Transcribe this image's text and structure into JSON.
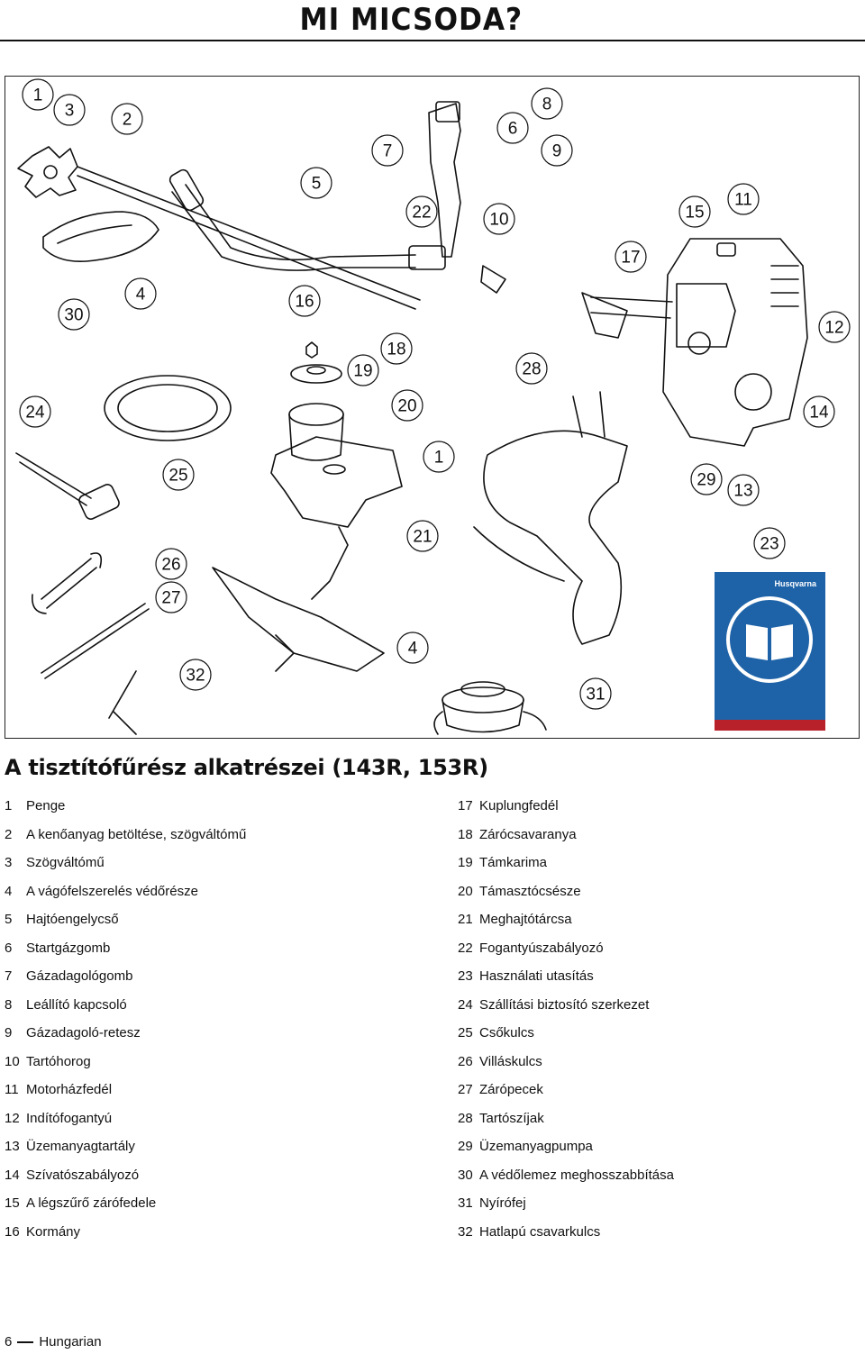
{
  "header": {
    "title": "MI MICSODA?"
  },
  "figure": {
    "callouts": [
      "1",
      "3",
      "2",
      "5",
      "7",
      "6",
      "8",
      "9",
      "22",
      "10",
      "15",
      "11",
      "17",
      "30",
      "4",
      "16",
      "12",
      "18",
      "19",
      "28",
      "24",
      "20",
      "14",
      "25",
      "1",
      "29",
      "13",
      "21",
      "23",
      "26",
      "27",
      "4",
      "32",
      "31"
    ],
    "manual_brand": "Husqvarna"
  },
  "section": {
    "title": "A tisztítófűrész alkatrészei (143R, 153R)"
  },
  "parts_left": [
    {
      "num": "1",
      "label": "Penge"
    },
    {
      "num": "2",
      "label": "A kenőanyag betöltése, szögváltómű"
    },
    {
      "num": "3",
      "label": "Szögváltómű"
    },
    {
      "num": "4",
      "label": "A vágófelszerelés védőrésze"
    },
    {
      "num": "5",
      "label": "Hajtóengelycső"
    },
    {
      "num": "6",
      "label": "Startgázgomb"
    },
    {
      "num": "7",
      "label": "Gázadagológomb"
    },
    {
      "num": "8",
      "label": "Leállító kapcsoló"
    },
    {
      "num": "9",
      "label": "Gázadagoló-retesz"
    },
    {
      "num": "10",
      "label": "Tartóhorog"
    },
    {
      "num": "11",
      "label": "Motorházfedél"
    },
    {
      "num": "12",
      "label": "Indítófogantyú"
    },
    {
      "num": "13",
      "label": "Üzemanyagtartály"
    },
    {
      "num": "14",
      "label": "Szívatószabályozó"
    },
    {
      "num": "15",
      "label": "A légszűrő zárófedele"
    },
    {
      "num": "16",
      "label": "Kormány"
    }
  ],
  "parts_right": [
    {
      "num": "17",
      "label": "Kuplungfedél"
    },
    {
      "num": "18",
      "label": "Zárócsavaranya"
    },
    {
      "num": "19",
      "label": "Támkarima"
    },
    {
      "num": "20",
      "label": "Támasztócsésze"
    },
    {
      "num": "21",
      "label": "Meghajtótárcsa"
    },
    {
      "num": "22",
      "label": "Fogantyúszabályozó"
    },
    {
      "num": "23",
      "label": "Használati utasítás"
    },
    {
      "num": "24",
      "label": "Szállítási biztosító szerkezet"
    },
    {
      "num": "25",
      "label": "Csőkulcs"
    },
    {
      "num": "26",
      "label": "Villáskulcs"
    },
    {
      "num": "27",
      "label": "Zárópecek"
    },
    {
      "num": "28",
      "label": "Tartószíjak"
    },
    {
      "num": "29",
      "label": "Üzemanyagpumpa"
    },
    {
      "num": "30",
      "label": "A védőlemez meghosszabbítása"
    },
    {
      "num": "31",
      "label": "Nyírófej"
    },
    {
      "num": "32",
      "label": "Hatlapú csavarkulcs"
    }
  ],
  "footer": {
    "page": "6",
    "language": "Hungarian"
  },
  "colors": {
    "manual_cover": "#1e63a8",
    "ink": "#111111"
  }
}
